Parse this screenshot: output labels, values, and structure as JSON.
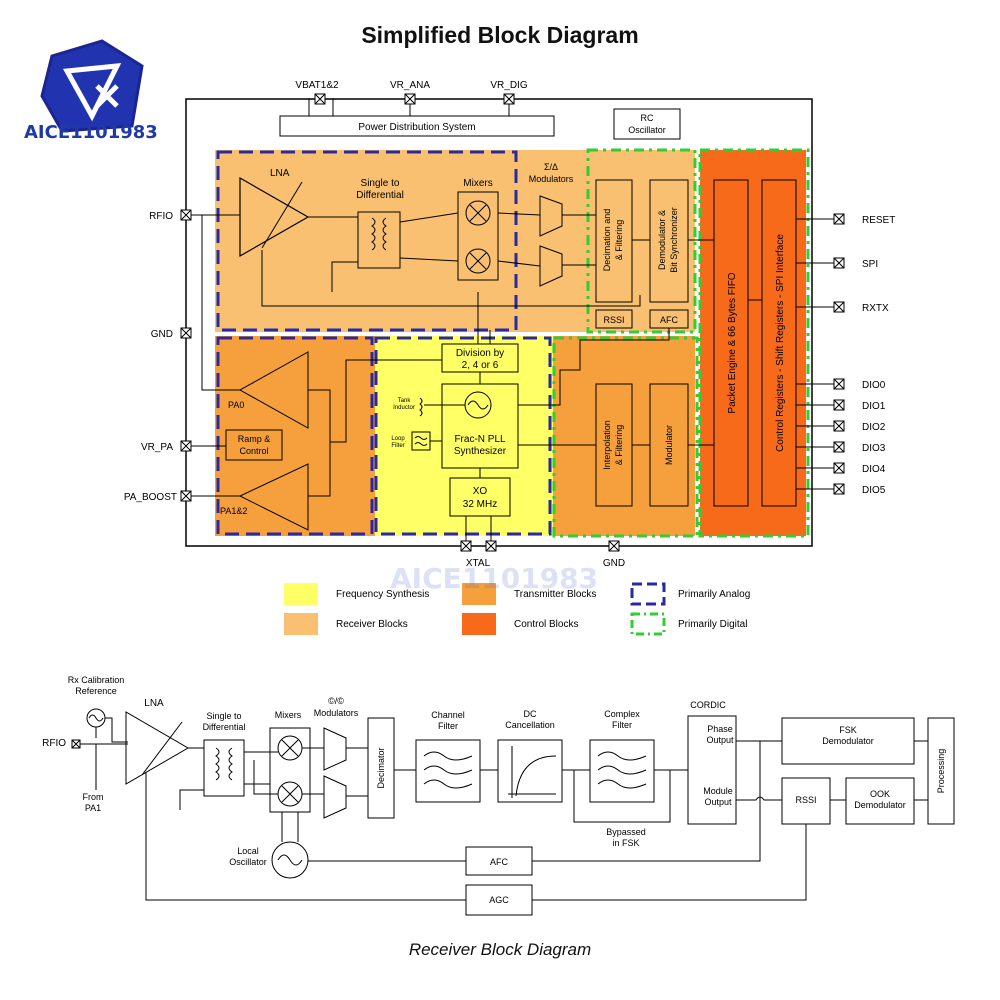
{
  "title": "Simplified Block Diagram",
  "caption": "Receiver Block Diagram",
  "logo_text": "AICE1101983",
  "top": {
    "pins_top": [
      "VBAT1&2",
      "VR_ANA",
      "VR_DIG"
    ],
    "power_distribution": "Power Distribution System",
    "rc_osc": [
      "RC",
      "Oscillator"
    ],
    "lna": "LNA",
    "single_to_diff": [
      "Single to",
      "Differential"
    ],
    "mixers": "Mixers",
    "modulators": [
      "Σ/Δ",
      "Modulators"
    ],
    "decimation": [
      "Decimation and",
      "& Filtering"
    ],
    "demodulator": [
      "Demodulator &",
      "Bit Synchronizer"
    ],
    "rssi": "RSSI",
    "afc": "AFC",
    "packet_engine": "Packet Engine & 66 Bytes FIFO",
    "control_registers": "Control Registers - Shift Registers - SPI Interface",
    "division": [
      "Division by",
      "2, 4 or 6"
    ],
    "tank_inductor": [
      "Tank",
      "Inductor"
    ],
    "loop_filter": [
      "Loop",
      "Filter"
    ],
    "fracn": [
      "Frac-N PLL",
      "Synthesizer"
    ],
    "xo": [
      "XO",
      "32 MHz"
    ],
    "interpolation": [
      "Interpolation",
      "& Filtering"
    ],
    "modulator": "Modulator",
    "pa0": "PA0",
    "ramp": [
      "Ramp &",
      "Control"
    ],
    "pa12": "PA1&2",
    "left_pins": [
      "RFIO",
      "GND",
      "VR_PA",
      "PA_BOOST"
    ],
    "right_pins": [
      "RESET",
      "SPI",
      "RXTX",
      "DIO0",
      "DIO1",
      "DIO2",
      "DIO3",
      "DIO4",
      "DIO5"
    ],
    "bottom_pins": [
      "XTAL",
      "GND"
    ],
    "legend": [
      {
        "label": "Frequency Synthesis",
        "color": "#ffff66"
      },
      {
        "label": "Receiver Blocks",
        "color": "#f8c070"
      },
      {
        "label": "Transmitter Blocks",
        "color": "#f5a03c"
      },
      {
        "label": "Control Blocks",
        "color": "#f66a1a"
      },
      {
        "label": "Primarily Analog",
        "color": "#2a2aa0"
      },
      {
        "label": "Primarily Digital",
        "color": "#33cc33"
      }
    ]
  },
  "rx": {
    "calib": [
      "Rx Calibration",
      "Reference"
    ],
    "rfio": "RFIO",
    "from_pa1": [
      "From",
      "PA1"
    ],
    "lna": "LNA",
    "single_to_diff": [
      "Single to",
      "Differential"
    ],
    "mixers": "Mixers",
    "modulators": [
      "©/©",
      "Modulators"
    ],
    "decimator": "Decimator",
    "channel_filter": [
      "Channel",
      "Filter"
    ],
    "dc_cancel": [
      "DC",
      "Cancellation"
    ],
    "complex_filter": [
      "Complex",
      "Filter"
    ],
    "bypassed": [
      "Bypassed",
      "in FSK"
    ],
    "cordic": "CORDIC",
    "phase_output": [
      "Phase",
      "Output"
    ],
    "module_output": [
      "Module",
      "Output"
    ],
    "fsk": [
      "FSK",
      "Demodulator"
    ],
    "rssi": "RSSI",
    "ook": [
      "OOK",
      "Demodulator"
    ],
    "processing": "Processing",
    "local_osc": [
      "Local",
      "Oscillator"
    ],
    "afc": "AFC",
    "agc": "AGC"
  }
}
